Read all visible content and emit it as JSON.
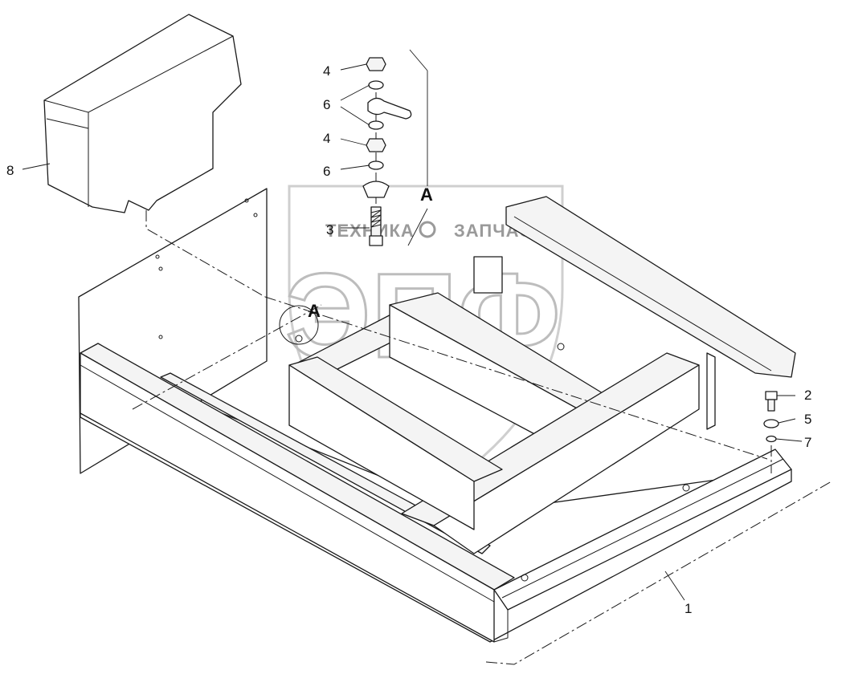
{
  "diagram": {
    "callouts": [
      {
        "id": "c1",
        "text": "1"
      },
      {
        "id": "c2",
        "text": "2"
      },
      {
        "id": "c3",
        "text": "3"
      },
      {
        "id": "c4a",
        "text": "4"
      },
      {
        "id": "c4b",
        "text": "4"
      },
      {
        "id": "c5",
        "text": "5"
      },
      {
        "id": "c6a",
        "text": "6"
      },
      {
        "id": "c6b",
        "text": "6"
      },
      {
        "id": "c7",
        "text": "7"
      },
      {
        "id": "c8",
        "text": "8"
      }
    ],
    "detail_marker_upper": "A",
    "detail_marker_lower": "A"
  },
  "watermark": {
    "left_text": "ТЕХНИКА",
    "right_text": "ЗАПЧАСТИ",
    "logo_letters": "ЭПФ"
  },
  "colors": {
    "line": "#1a1a1a",
    "watermark": "#bdbdbd"
  }
}
